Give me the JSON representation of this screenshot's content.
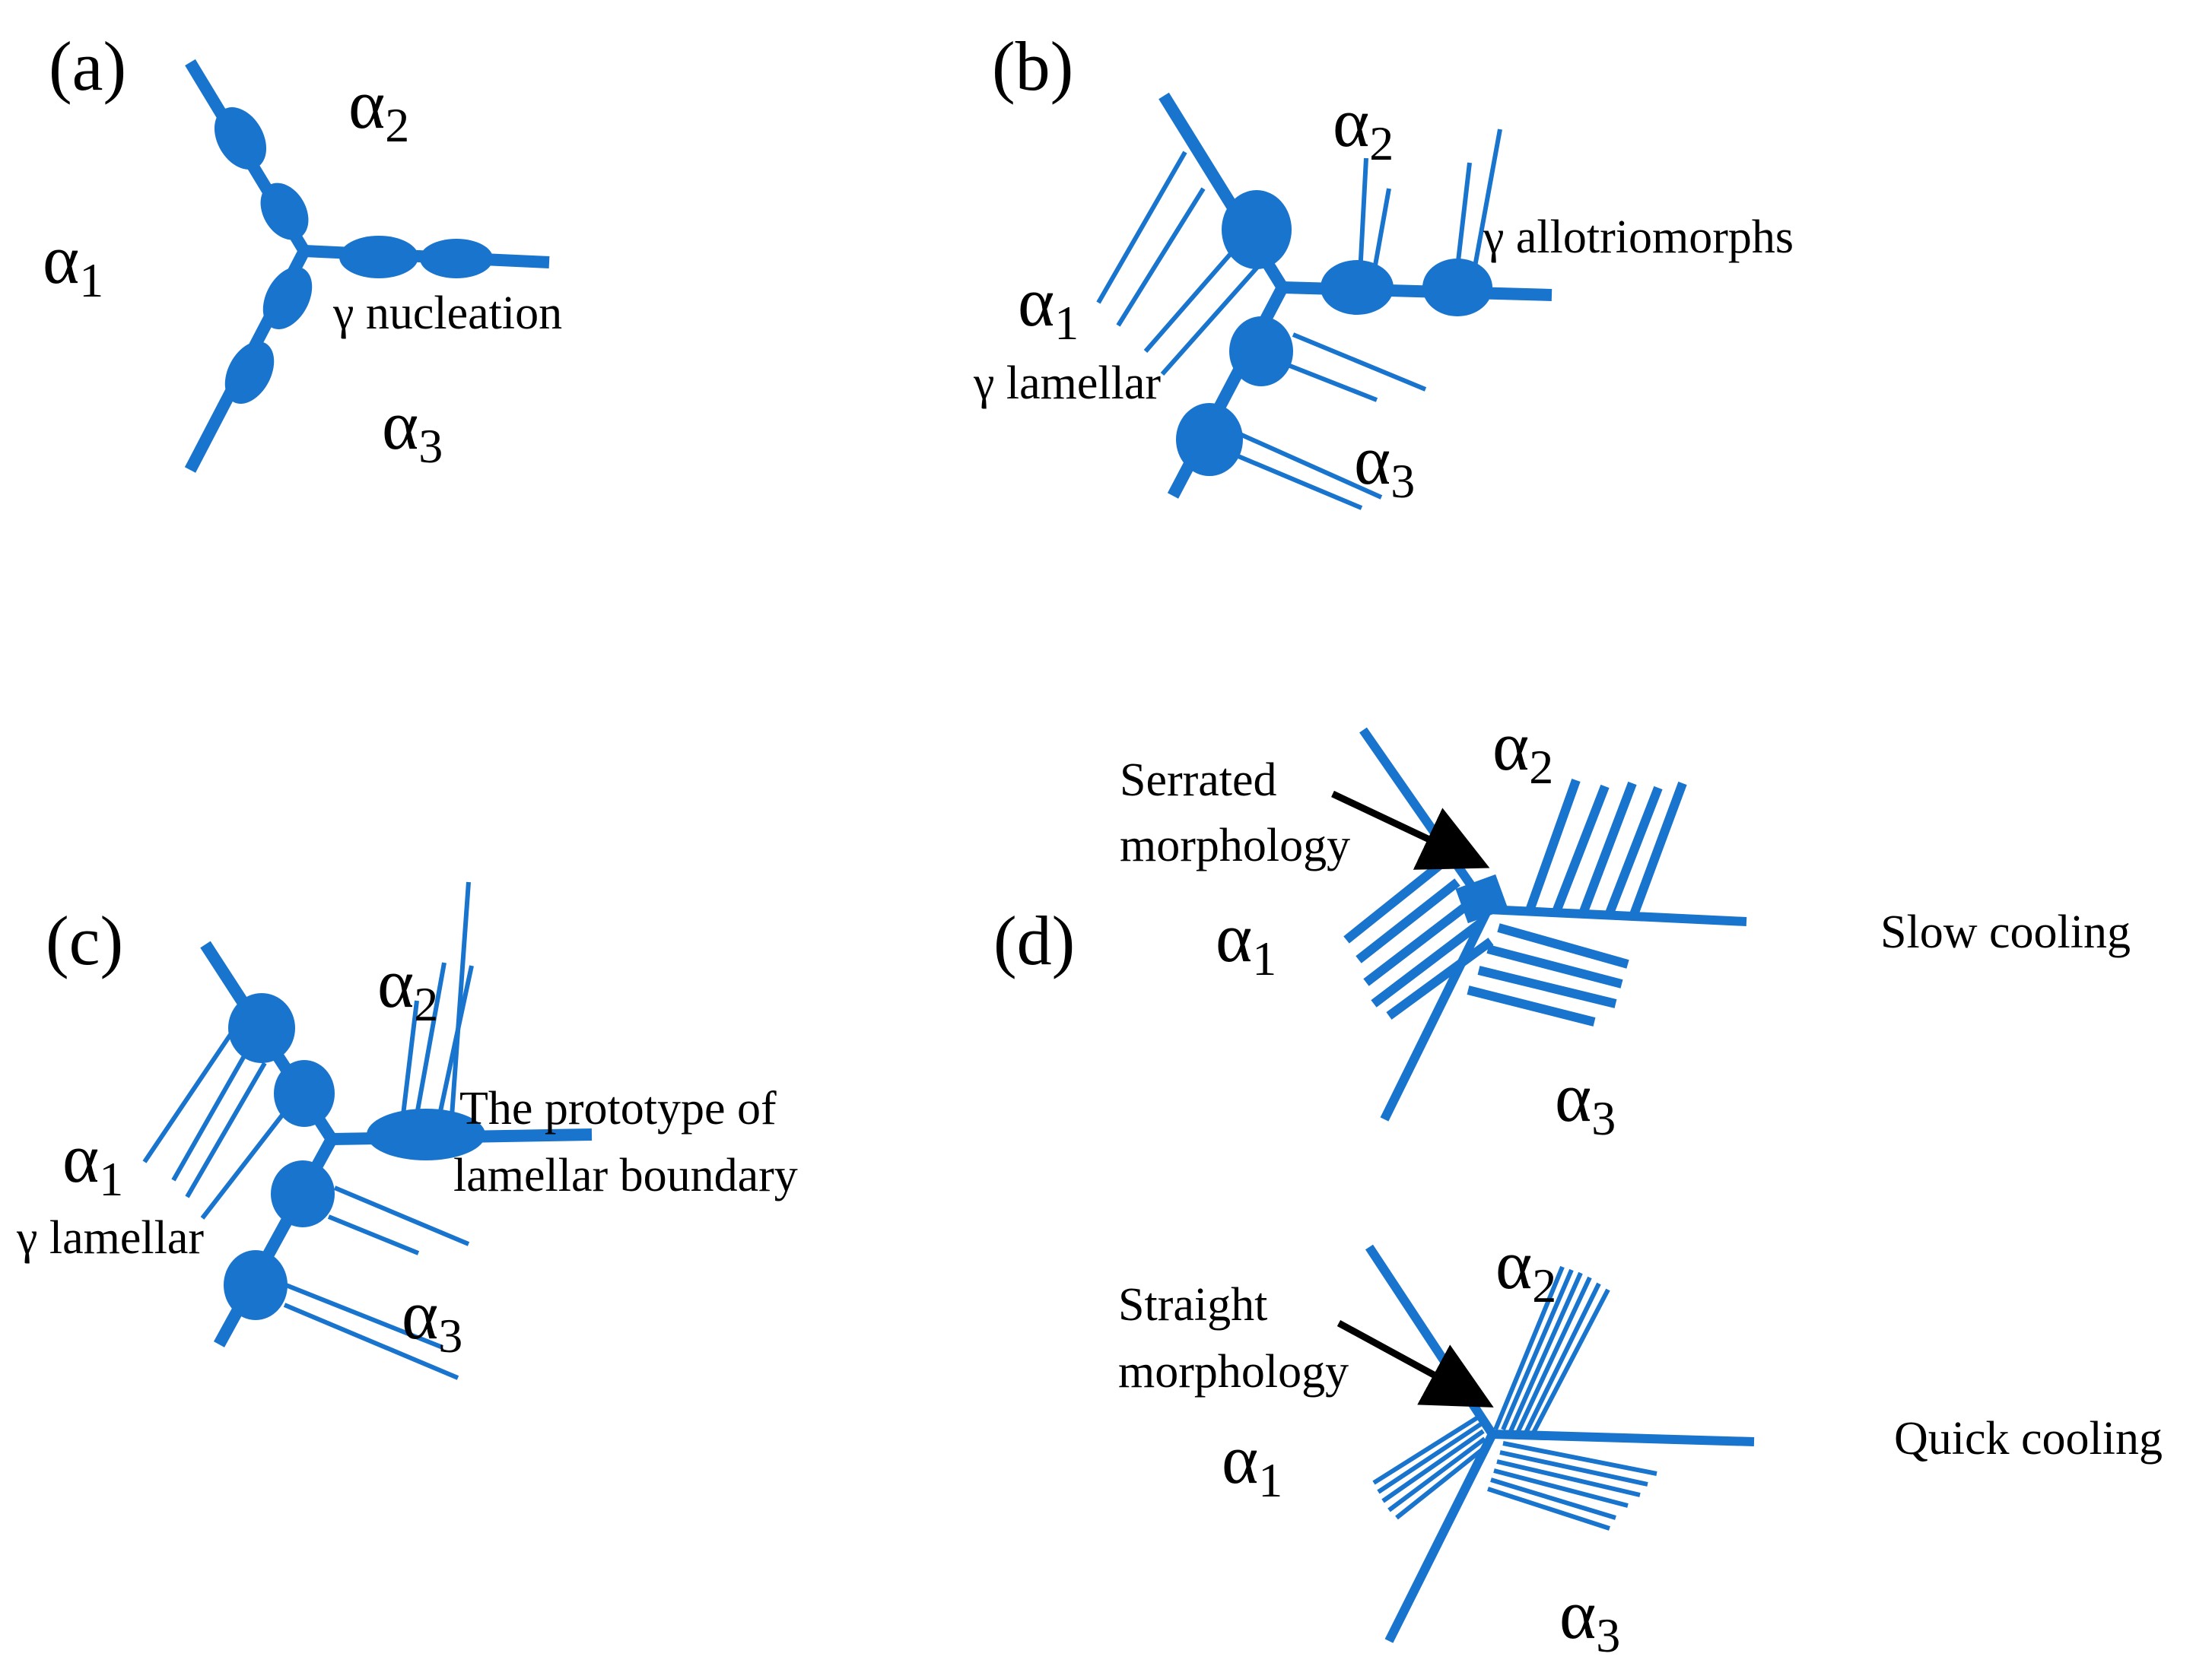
{
  "colors": {
    "phase": "#1874cd",
    "text": "#000000",
    "arrow": "#000000"
  },
  "panels": {
    "a": {
      "tag": "(a)",
      "alpha1": "α",
      "alpha1_sub": "1",
      "alpha2": "α",
      "alpha2_sub": "2",
      "alpha3": "α",
      "alpha3_sub": "3",
      "note": "γ nucleation"
    },
    "b": {
      "tag": "(b)",
      "alpha1": "α",
      "alpha1_sub": "1",
      "alpha2": "α",
      "alpha2_sub": "2",
      "alpha3": "α",
      "alpha3_sub": "3",
      "note_allotriomorphs": "γ allotriomorphs",
      "note_lamellar": "γ lamellar"
    },
    "c": {
      "tag": "(c)",
      "alpha1": "α",
      "alpha1_sub": "1",
      "alpha2": "α",
      "alpha2_sub": "2",
      "alpha3": "α",
      "alpha3_sub": "3",
      "note_lamellar": "γ lamellar",
      "note_prototype_line1": "The prototype of",
      "note_prototype_line2": "lamellar boundary"
    },
    "d": {
      "tag": "(d)",
      "top": {
        "alpha1": "α",
        "alpha1_sub": "1",
        "alpha2": "α",
        "alpha2_sub": "2",
        "alpha3": "α",
        "alpha3_sub": "3",
        "morph_line1": "Serrated",
        "morph_line2": "morphology",
        "cooling": "Slow cooling"
      },
      "bottom": {
        "alpha1": "α",
        "alpha1_sub": "1",
        "alpha2": "α",
        "alpha2_sub": "2",
        "alpha3": "α",
        "alpha3_sub": "3",
        "morph_line1": "Straight",
        "morph_line2": "morphology",
        "cooling": "Quick cooling"
      }
    }
  }
}
